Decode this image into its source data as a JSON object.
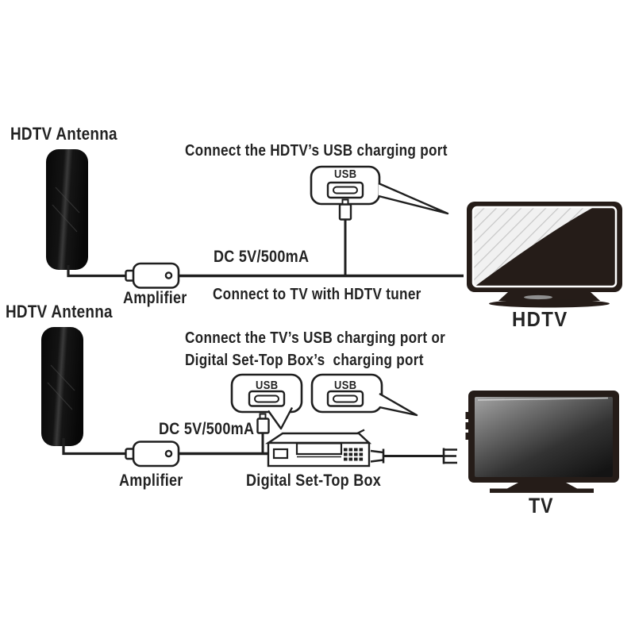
{
  "colors": {
    "line_ink": "#1f1f1f",
    "text_ink": "#232323",
    "tv_dark": "#251c18",
    "screen_hatch_bg": "#f1f1f1",
    "screen_hatch_stripe": "#c6c6c6",
    "background": "#ffffff"
  },
  "icons": {
    "usb_port": "usb-port-icon",
    "usb_plug": "usb-plug-icon",
    "coax_fork": "coax-connector-icon"
  },
  "top_section": {
    "antenna_label": "HDTV Antenna",
    "instruction": "Connect the HDTV’s USB charging port",
    "usb_label": "USB",
    "power_label": "DC 5V/500mA",
    "amplifier_label": "Amplifier",
    "tuner_note": "Connect to TV with HDTV tuner",
    "tv_label": "HDTV"
  },
  "bottom_section": {
    "antenna_label": "HDTV Antenna",
    "instruction_line1": "Connect the TV’s USB charging port or",
    "instruction_line2": "Digital Set-Top Box’s  charging port",
    "usb_label_left": "USB",
    "usb_label_right": "USB",
    "power_label": "DC 5V/500mA",
    "amplifier_label": "Amplifier",
    "stb_label": "Digital Set-Top Box",
    "tv_label": "TV"
  }
}
